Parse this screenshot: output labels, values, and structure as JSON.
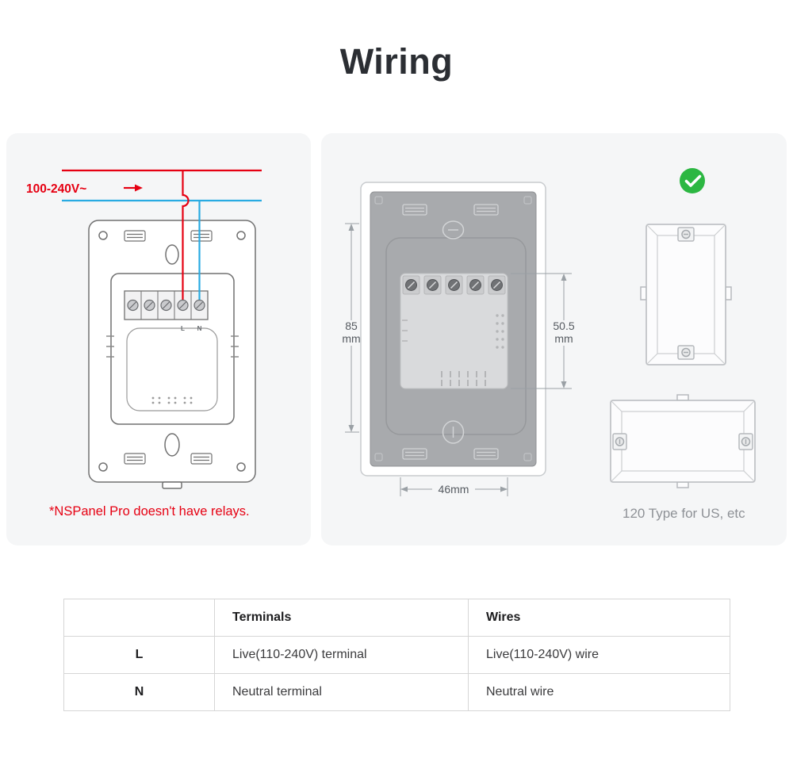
{
  "title": "Wiring",
  "left_panel": {
    "voltage_label": "100-240V~",
    "terminal_l": "L",
    "terminal_n": "N",
    "note": "*NSPanel Pro doesn't have relays."
  },
  "right_panel": {
    "dim_height_value": "85",
    "dim_height_unit": "mm",
    "dim_module_value": "50.5",
    "dim_module_unit": "mm",
    "dim_width": "46mm",
    "caption": "120 Type for US, etc"
  },
  "table": {
    "headers": [
      "",
      "Terminals",
      "Wires"
    ],
    "rows": [
      {
        "key": "L",
        "terminal": "Live(110-240V) terminal",
        "wire": "Live(110-240V) wire"
      },
      {
        "key": "N",
        "terminal": "Neutral terminal",
        "wire": "Neutral wire"
      }
    ]
  },
  "colors": {
    "wire_live": "#e60012",
    "wire_neutral": "#29abe2",
    "check_green": "#2cb742",
    "panel_background": "#f5f6f7",
    "note_red": "#e60012"
  }
}
